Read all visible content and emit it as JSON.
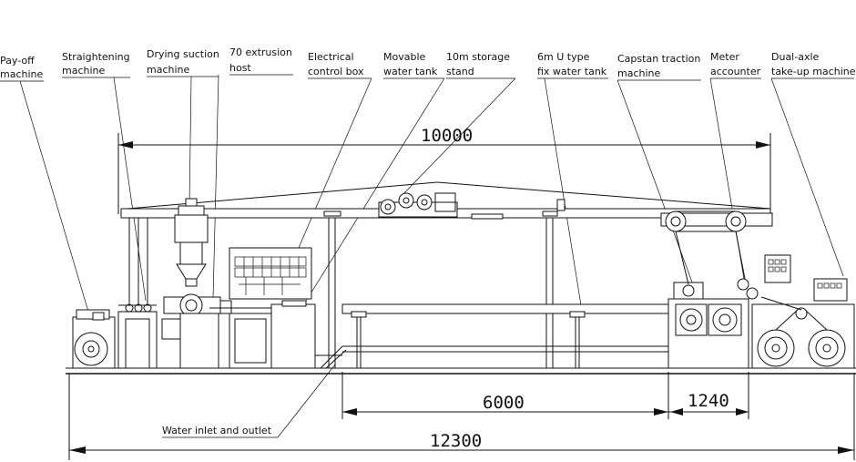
{
  "labels": {
    "payoff_1": "Pay-off",
    "payoff_2": "machine",
    "straightening_1": "Straightening",
    "straightening_2": "machine",
    "drying_1": "Drying suction",
    "drying_2": "machine",
    "extrusion_1": "70 extrusion",
    "extrusion_2": "host",
    "electrical_1": "Electrical",
    "electrical_2": "control box",
    "movable_1": "Movable",
    "movable_2": "water tank",
    "storage_1": "10m storage",
    "storage_2": "stand",
    "utank_1": "6m U type",
    "utank_2": "fix water tank",
    "capstan_1": "Capstan traction",
    "capstan_2": "machine",
    "meter_1": "Meter",
    "meter_2": "accounter",
    "takeup_1": "Dual-axle",
    "takeup_2": "take-up machine",
    "water_inlet": "Water inlet and outlet"
  },
  "dimensions": {
    "top_span": "10000",
    "water_tank": "6000",
    "capstan": "1240",
    "total": "12300"
  },
  "colors": {
    "line": "#111111",
    "background": "#ffffff"
  }
}
